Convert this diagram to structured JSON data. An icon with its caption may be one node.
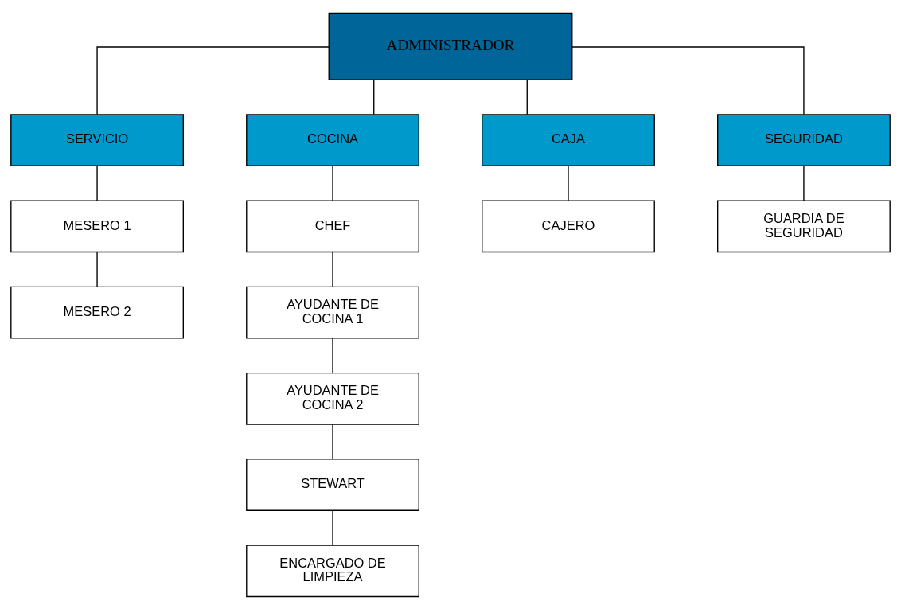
{
  "diagram": {
    "nodes": [
      {
        "text": [
          "ADMINISTRADOR"
        ]
      },
      {
        "text": [
          "SERVICIO"
        ]
      },
      {
        "text": [
          "COCINA"
        ]
      },
      {
        "text": [
          "CAJA"
        ]
      },
      {
        "text": [
          "SEGURIDAD"
        ]
      },
      {
        "text": [
          "MESERO 1"
        ]
      },
      {
        "text": [
          "MESERO 2"
        ]
      },
      {
        "text": [
          "CHEF"
        ]
      },
      {
        "text": [
          "AYUDANTE DE COCINA 1"
        ]
      },
      {
        "text": [
          "AYUDANTE DE COCINA 2"
        ]
      },
      {
        "text": [
          "STEWART"
        ]
      },
      {
        "text": [
          "ENCARGADO DE LIMPIEZA"
        ]
      },
      {
        "text": [
          "CAJERO"
        ]
      },
      {
        "text": [
          "GUARDIA DE SEGURIDAD"
        ]
      }
    ],
    "edges": [
      {
        "from": 0,
        "to": 1,
        "arrow": "none"
      },
      {
        "from": 0,
        "to": 2,
        "arrow": "none"
      },
      {
        "from": 0,
        "to": 3,
        "arrow": "none"
      },
      {
        "from": 0,
        "to": 4,
        "arrow": "none"
      },
      {
        "from": 1,
        "to": 5,
        "arrow": "none"
      },
      {
        "from": 5,
        "to": 6,
        "arrow": "none"
      },
      {
        "from": 2,
        "to": 7,
        "arrow": "none"
      },
      {
        "from": 7,
        "to": 8,
        "arrow": "none"
      },
      {
        "from": 8,
        "to": 9,
        "arrow": "none"
      },
      {
        "from": 9,
        "to": 10,
        "arrow": "none"
      },
      {
        "from": 10,
        "to": 11,
        "arrow": "none"
      },
      {
        "from": 3,
        "to": 12,
        "arrow": "none"
      },
      {
        "from": 4,
        "to": 13,
        "arrow": "none"
      }
    ]
  }
}
